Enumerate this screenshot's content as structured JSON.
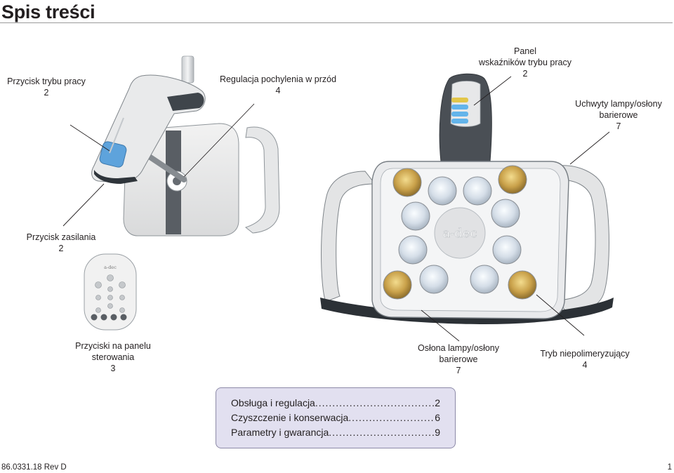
{
  "title": "Spis treści",
  "callouts": {
    "work_mode_button": {
      "label": "Przycisk trybu pracy",
      "page": "2"
    },
    "tilt_adjust": {
      "label": "Regulacja pochylenia w przód",
      "page": "4"
    },
    "indicator_panel": {
      "label_1": "Panel",
      "label_2": "wskaźników trybu pracy",
      "page": "2"
    },
    "handles": {
      "label_1": "Uchwyty lampy/osłony",
      "label_2": "barierowe",
      "page": "7"
    },
    "power_button": {
      "label": "Przycisk zasilania",
      "page": "2"
    },
    "control_buttons": {
      "label_1": "Przyciski na panelu",
      "label_2": "sterowania",
      "page": "3"
    },
    "lamp_shield": {
      "label_1": "Osłona lampy/osłony",
      "label_2": "barierowe",
      "page": "7"
    },
    "non_polymerizing": {
      "label": "Tryb niepolimeryzujący",
      "page": "4"
    }
  },
  "logo_text": "a-dec",
  "toc": [
    {
      "text": "Obsługa i regulacja",
      "dots": ".........................................",
      "page": "2"
    },
    {
      "text": "Czyszczenie i konserwacja",
      "dots": "............................",
      "page": "6"
    },
    {
      "text": "Parametry i gwarancja",
      "dots": "...................................",
      "page": "9"
    }
  ],
  "footer": {
    "doc_number": "86.0331.18 Rev D",
    "page_number": "1"
  },
  "colors": {
    "toc_bg": "#e2e0f0",
    "button_blue": "#5ea3dc",
    "amber": "#c9a14a"
  }
}
